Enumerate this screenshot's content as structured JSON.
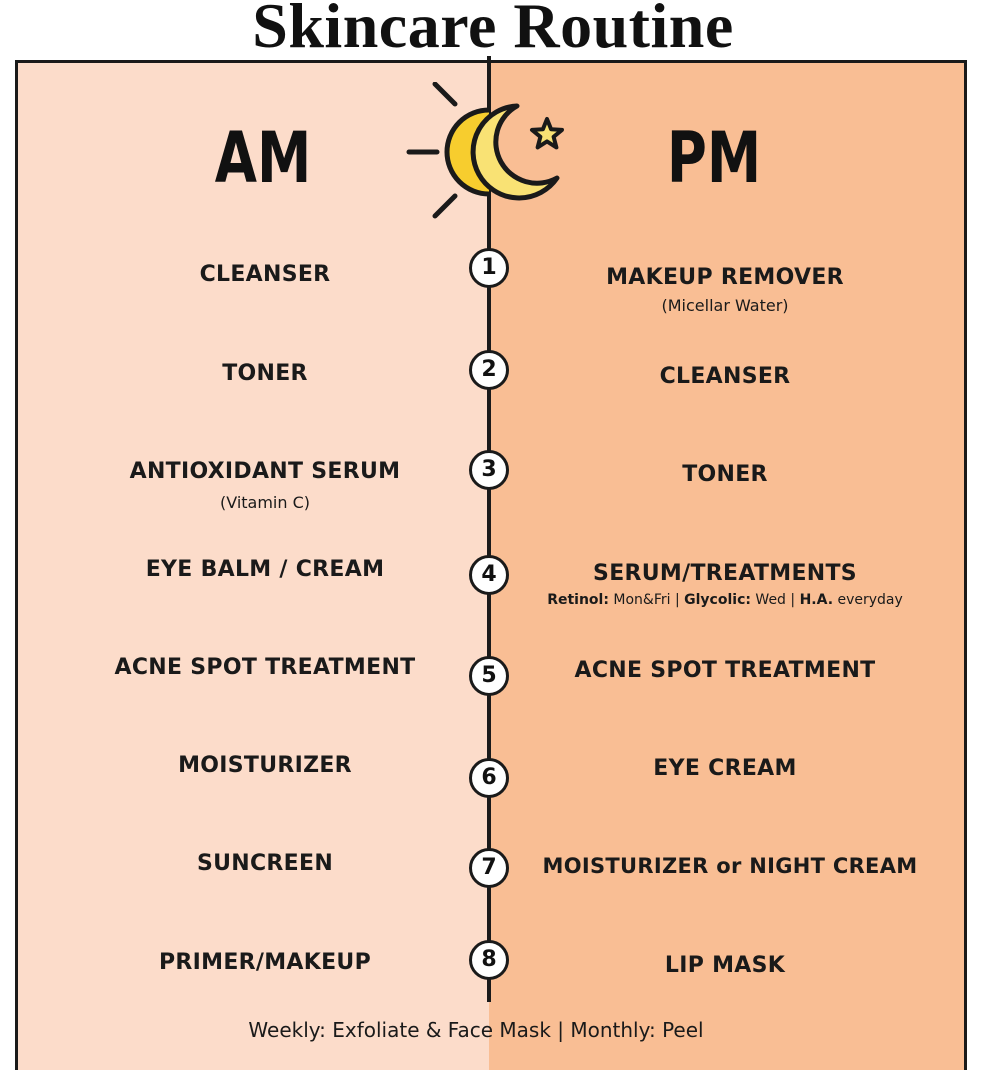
{
  "title": "Skincare Routine",
  "am": {
    "heading": "AM",
    "items": [
      {
        "label": "CLEANSER",
        "sub": ""
      },
      {
        "label": "TONER",
        "sub": ""
      },
      {
        "label": "ANTIOXIDANT SERUM",
        "sub": "(Vitamin C)"
      },
      {
        "label": "EYE BALM / CREAM",
        "sub": ""
      },
      {
        "label": "ACNE SPOT TREATMENT",
        "sub": ""
      },
      {
        "label": "MOISTURIZER",
        "sub": ""
      },
      {
        "label": "SUNCREEN",
        "sub": ""
      },
      {
        "label": "PRIMER/MAKEUP",
        "sub": ""
      }
    ]
  },
  "pm": {
    "heading": "PM",
    "items": [
      {
        "label": "MAKEUP REMOVER",
        "sub": "(Micellar Water)"
      },
      {
        "label": "CLEANSER",
        "sub": ""
      },
      {
        "label": "TONER",
        "sub": ""
      },
      {
        "label": "SERUM/TREATMENTS",
        "sub": ""
      },
      {
        "label": "ACNE SPOT TREATMENT",
        "sub": ""
      },
      {
        "label": "EYE CREAM",
        "sub": ""
      },
      {
        "label": "MOISTURIZER or NIGHT CREAM",
        "sub": ""
      },
      {
        "label": "LIP MASK",
        "sub": ""
      }
    ],
    "serum_note": {
      "retinol_label": "Retinol:",
      "retinol_value": "Mon&Fri |",
      "glycolic_label": "Glycolic:",
      "glycolic_value": "Wed |",
      "ha_label": "H.A.",
      "ha_value": "everyday"
    }
  },
  "steps": [
    "1",
    "2",
    "3",
    "4",
    "5",
    "6",
    "7",
    "8"
  ],
  "footer": "Weekly: Exfoliate & Face Mask | Monthly: Peel",
  "icons": {
    "sun": "sun-icon",
    "moon": "crescent-moon-icon",
    "star": "star-icon"
  },
  "colors": {
    "am_bg": "#fcdcca",
    "pm_bg": "#f9be94",
    "sun": "#f7cd2e",
    "moon": "#f9e274",
    "outline": "#1a1a1a"
  }
}
